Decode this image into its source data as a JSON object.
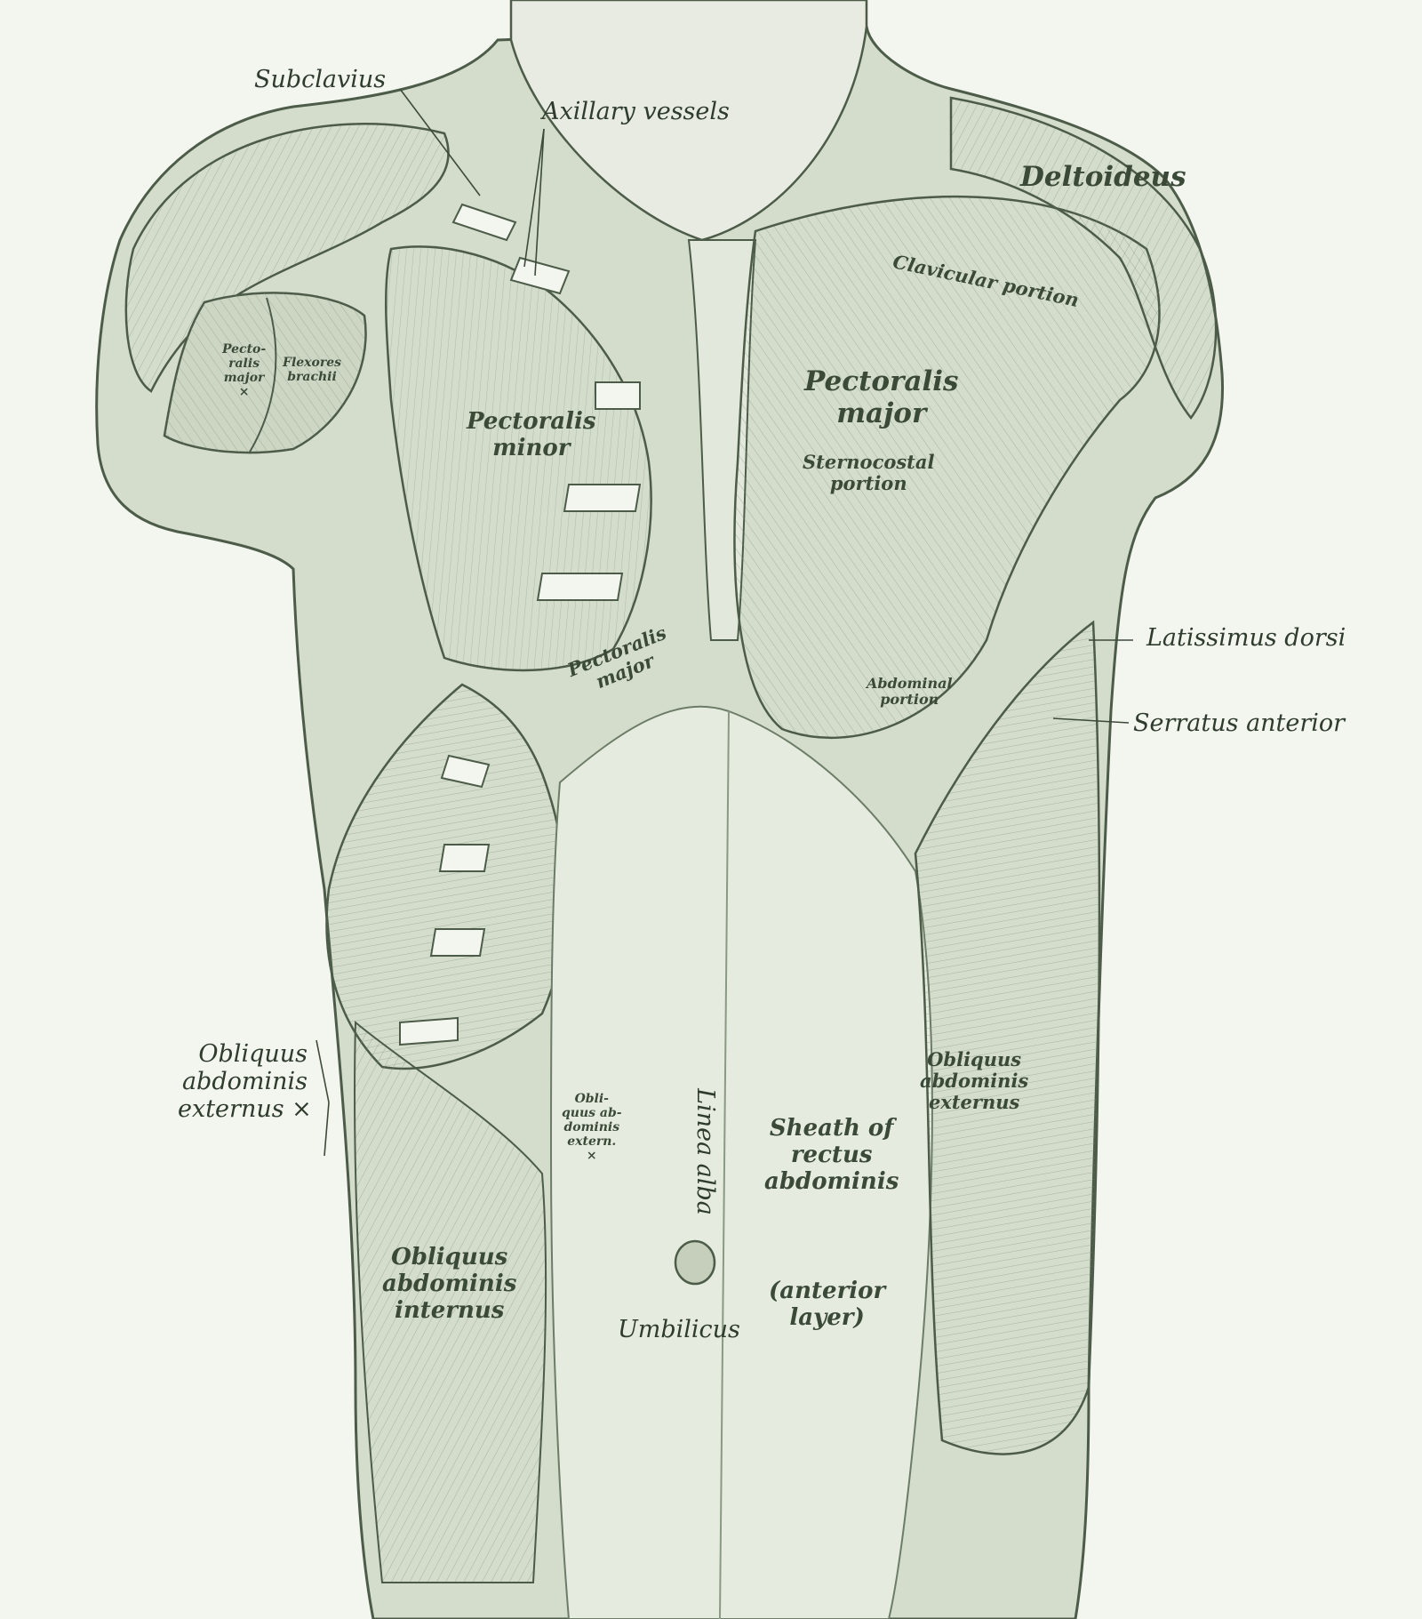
{
  "labels": {
    "subclavius": "Subclavius",
    "axillary_vessels": "Axillary vessels",
    "deltoideus": "Deltoideus",
    "clavicular_portion": "Clavicular portion",
    "pect_major_left": [
      "Pecto-",
      "ralis",
      "major",
      "×"
    ],
    "flexores_brachii": [
      "Flexores",
      "brachii"
    ],
    "pectoralis_minor": [
      "Pectoralis",
      "minor"
    ],
    "pect_major_main": [
      "Pectoralis",
      "major"
    ],
    "sternocostal_portion": [
      "Sternocostal",
      "portion"
    ],
    "pect_major_lower": [
      "Pectoralis",
      "major"
    ],
    "latissimus_dorsi": "Latissimus dorsi",
    "serratus_anterior": "Serratus anterior",
    "abdominal_portion": [
      "Abdominal",
      "portion"
    ],
    "obliquus_ext_left": [
      "Obliquus",
      "abdominis",
      "externus ×"
    ],
    "obliquus_ext_small": [
      "Obli-",
      "quus ab-",
      "dominis",
      "extern.",
      "×"
    ],
    "linea_alba": "Linea alba",
    "sheath_rectus": [
      "Sheath of",
      "rectus",
      "abdominis"
    ],
    "obliquus_ext_right": [
      "Obliquus",
      "abdominis",
      "externus"
    ],
    "obliquus_int": [
      "Obliquus",
      "abdominis",
      "internus"
    ],
    "umbilicus": "Umbilicus",
    "anterior_layer": [
      "(anterior",
      "layer)"
    ]
  },
  "colors": {
    "background": "#f3f5ef",
    "muscle_fill": "#d4dccb",
    "muscle_shade": "#bcc7b1",
    "line": "#4c5c48",
    "text": "#2b3a2a"
  }
}
